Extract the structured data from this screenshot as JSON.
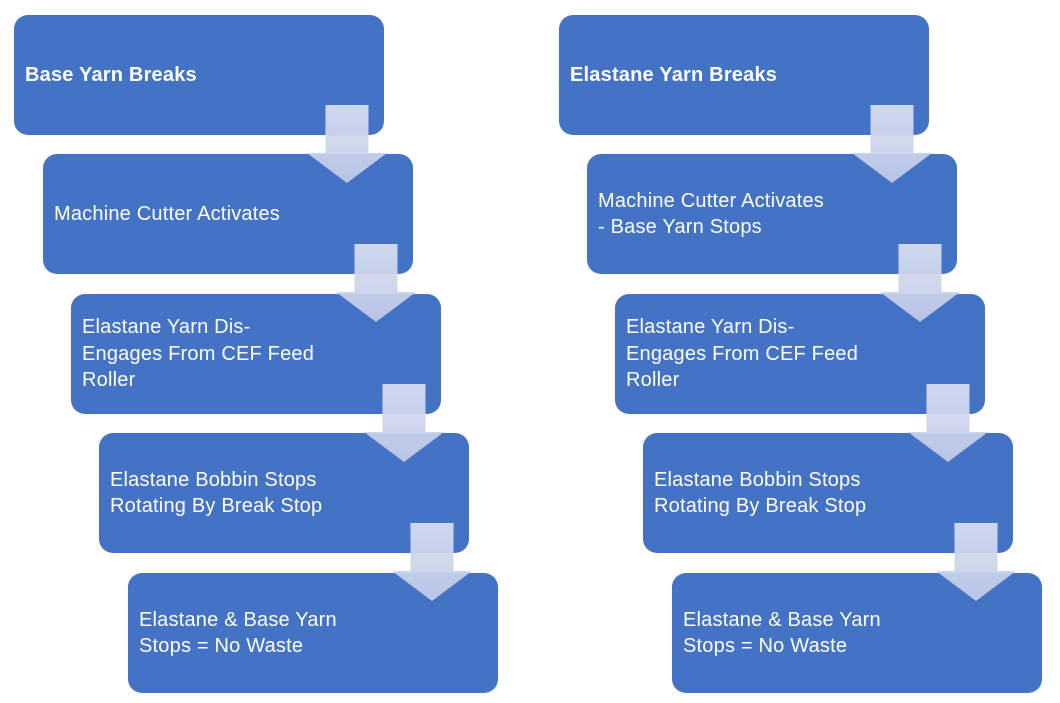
{
  "diagram": {
    "background_color": "#ffffff",
    "block_color": "#4472c4",
    "block_text_color": "#ffffff",
    "arrow_color_top": "#dadff3",
    "arrow_color_bottom": "#c1cbe8",
    "columns": [
      {
        "name": "base-yarn-break-flow",
        "steps": [
          {
            "text": "Base Yarn Breaks",
            "bold": true
          },
          {
            "text": "Machine Cutter Activates",
            "bold": false
          },
          {
            "text": "Elastane Yarn Dis-\nEngages From CEF Feed\nRoller",
            "bold": false
          },
          {
            "text": "Elastane Bobbin Stops\nRotating By Break Stop",
            "bold": false
          },
          {
            "text": "Elastane & Base Yarn\nStops = No Waste",
            "bold": false
          }
        ]
      },
      {
        "name": "elastane-yarn-break-flow",
        "steps": [
          {
            "text": "Elastane Yarn Breaks",
            "bold": true
          },
          {
            "text": "Machine Cutter Activates\n- Base Yarn Stops",
            "bold": false
          },
          {
            "text": "Elastane Yarn Dis-\nEngages From CEF Feed\nRoller",
            "bold": false
          },
          {
            "text": "Elastane Bobbin Stops\nRotating By Break Stop",
            "bold": false
          },
          {
            "text": "Elastane & Base Yarn\nStops = No Waste",
            "bold": false
          }
        ]
      }
    ]
  }
}
